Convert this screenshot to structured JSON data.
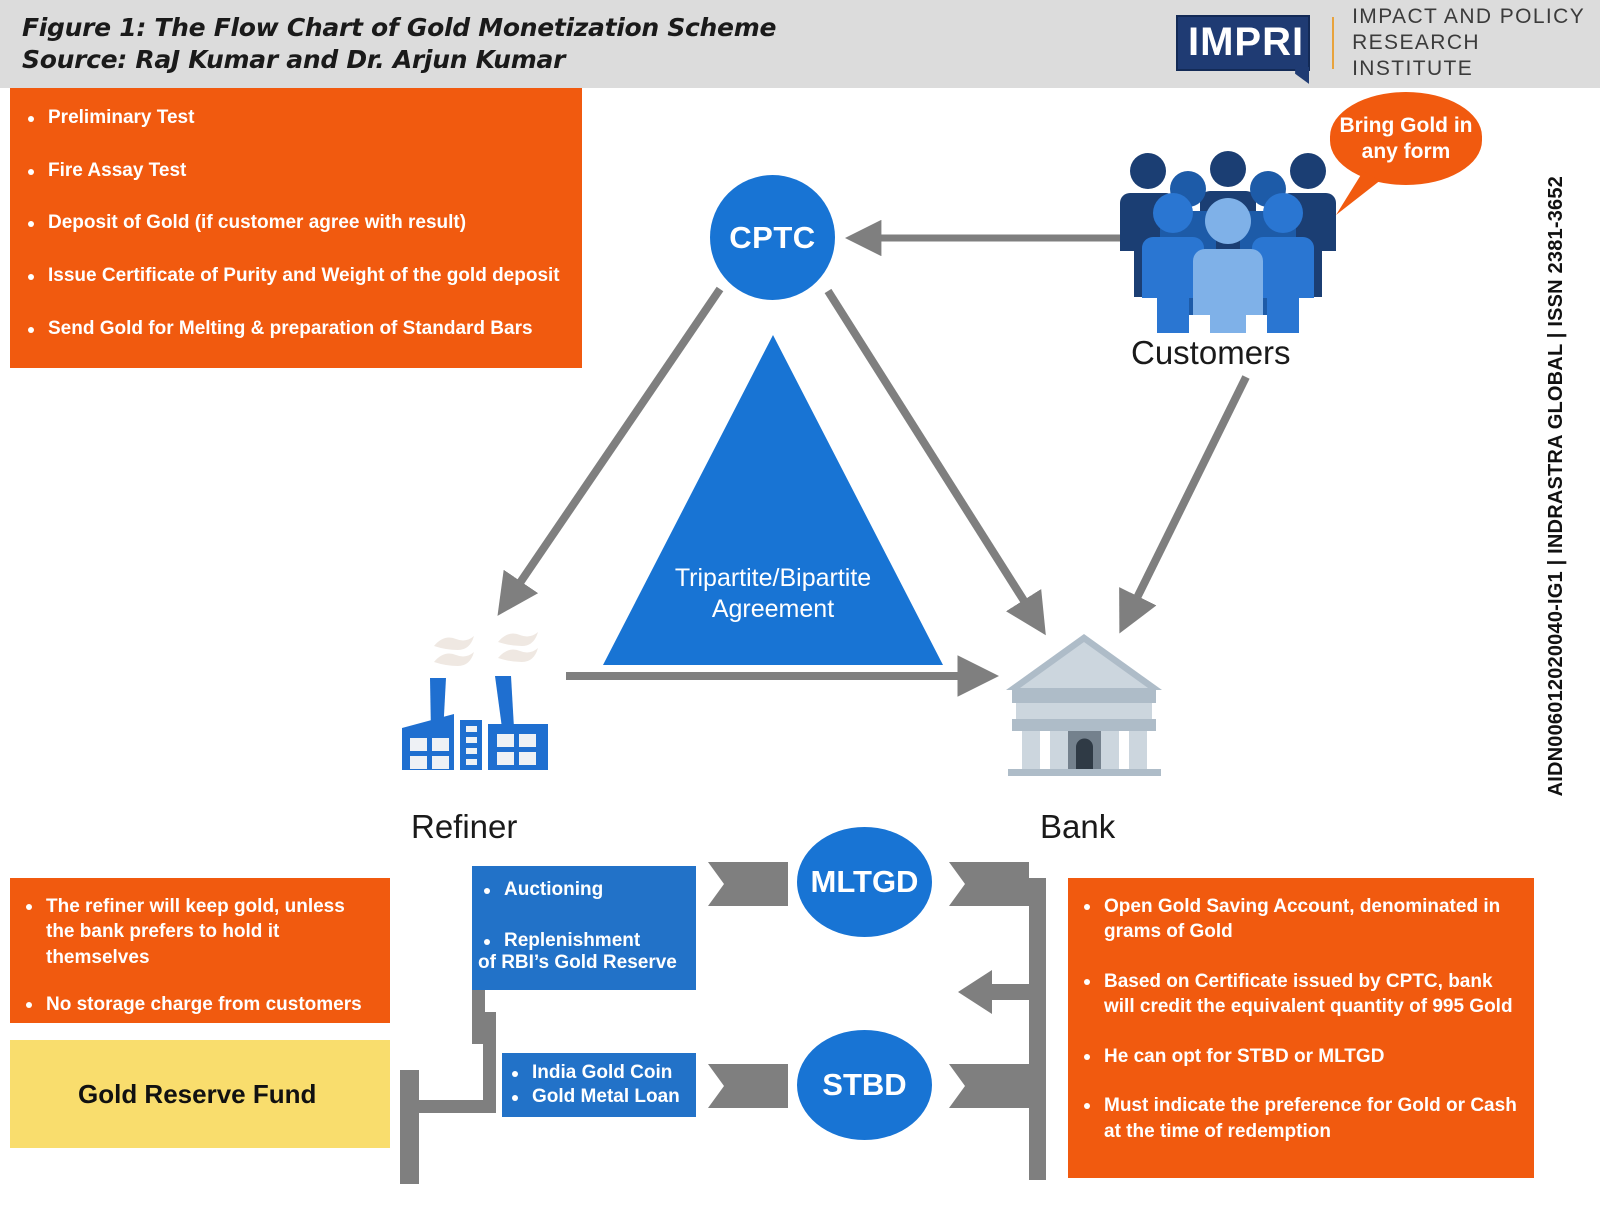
{
  "header": {
    "title_line1": "Figure 1: The Flow Chart of Gold Monetization Scheme",
    "title_line2": "Source: RaJ Kumar and Dr. Arjun Kumar",
    "logo_mark": "IMPRI",
    "logo_line1": "IMPACT AND POLICY",
    "logo_line2": "RESEARCH INSTITUTE"
  },
  "side_label": "AIDN006012020040-IG1 | INDRASTRA GLOBAL | ISSN 2381-3652",
  "cptc_steps": [
    "Preliminary Test",
    "Fire Assay Test",
    "Deposit of Gold (if customer agree with result)",
    "Issue Certificate of Purity and Weight of the gold deposit",
    "Send Gold for Melting & preparation of Standard Bars"
  ],
  "nodes": {
    "cptc": "CPTC",
    "mltgd": "MLTGD",
    "stbd": "STBD",
    "triangle": "Tripartite/Bipartite\nAgreement",
    "triangle_line1": "Tripartite/Bipartite",
    "triangle_line2": "Agreement"
  },
  "labels": {
    "customers": "Customers",
    "refiner": "Refiner",
    "bank": "Bank"
  },
  "bubble": {
    "line1": "Bring Gold in",
    "line2": "any form"
  },
  "refiner_notes": [
    "The refiner will keep gold, unless the bank prefers to hold it themselves",
    "No storage charge from customers"
  ],
  "gold_reserve_fund": "Gold Reserve Fund",
  "mltgd_outputs": {
    "item1": "Auctioning",
    "item2_line1": "Replenishment",
    "item2_line2": "of RBI’s Gold Reserve"
  },
  "stbd_outputs": [
    "India Gold Coin",
    "Gold Metal Loan"
  ],
  "bank_notes": [
    "Open Gold Saving Account, denominated in grams of Gold",
    "Based on Certificate issued by CPTC, bank will credit the equivalent quantity of 995 Gold",
    "He can opt for STBD or MLTGD",
    "Must indicate the preference for Gold or Cash at the time of redemption"
  ],
  "colors": {
    "orange": "#f15a0f",
    "blue": "#1874d4",
    "box_blue": "#2272c8",
    "yellow": "#f9dd6d",
    "grey_arrow": "#7f7f7f",
    "header_grey": "#dcdcdc",
    "logo_navy": "#1f3b73"
  },
  "chart_data": {
    "type": "diagram",
    "title": "Figure 1: The Flow Chart of Gold Monetization Scheme",
    "nodes": [
      {
        "id": "customers",
        "label": "Customers"
      },
      {
        "id": "cptc",
        "label": "CPTC"
      },
      {
        "id": "refiner",
        "label": "Refiner"
      },
      {
        "id": "bank",
        "label": "Bank"
      },
      {
        "id": "mltgd",
        "label": "MLTGD"
      },
      {
        "id": "stbd",
        "label": "STBD"
      },
      {
        "id": "gold_reserve_fund",
        "label": "Gold Reserve Fund"
      }
    ],
    "edges": [
      {
        "from": "customers",
        "to": "cptc",
        "label": "Bring Gold in any form"
      },
      {
        "from": "customers",
        "to": "bank",
        "label": ""
      },
      {
        "from": "cptc",
        "to": "refiner",
        "label": ""
      },
      {
        "from": "cptc",
        "to": "bank",
        "label": ""
      },
      {
        "from": "refiner",
        "to": "bank",
        "label": ""
      },
      {
        "from": "bank",
        "to": "mltgd",
        "label": ""
      },
      {
        "from": "bank",
        "to": "stbd",
        "label": ""
      },
      {
        "from": "mltgd",
        "to": "mltgd_outputs",
        "label": "Auctioning / Replenishment of RBI’s Gold Reserve"
      },
      {
        "from": "stbd",
        "to": "stbd_outputs",
        "label": "India Gold Coin / Gold Metal Loan"
      },
      {
        "from": "stbd_outputs",
        "to": "gold_reserve_fund",
        "label": ""
      }
    ]
  }
}
